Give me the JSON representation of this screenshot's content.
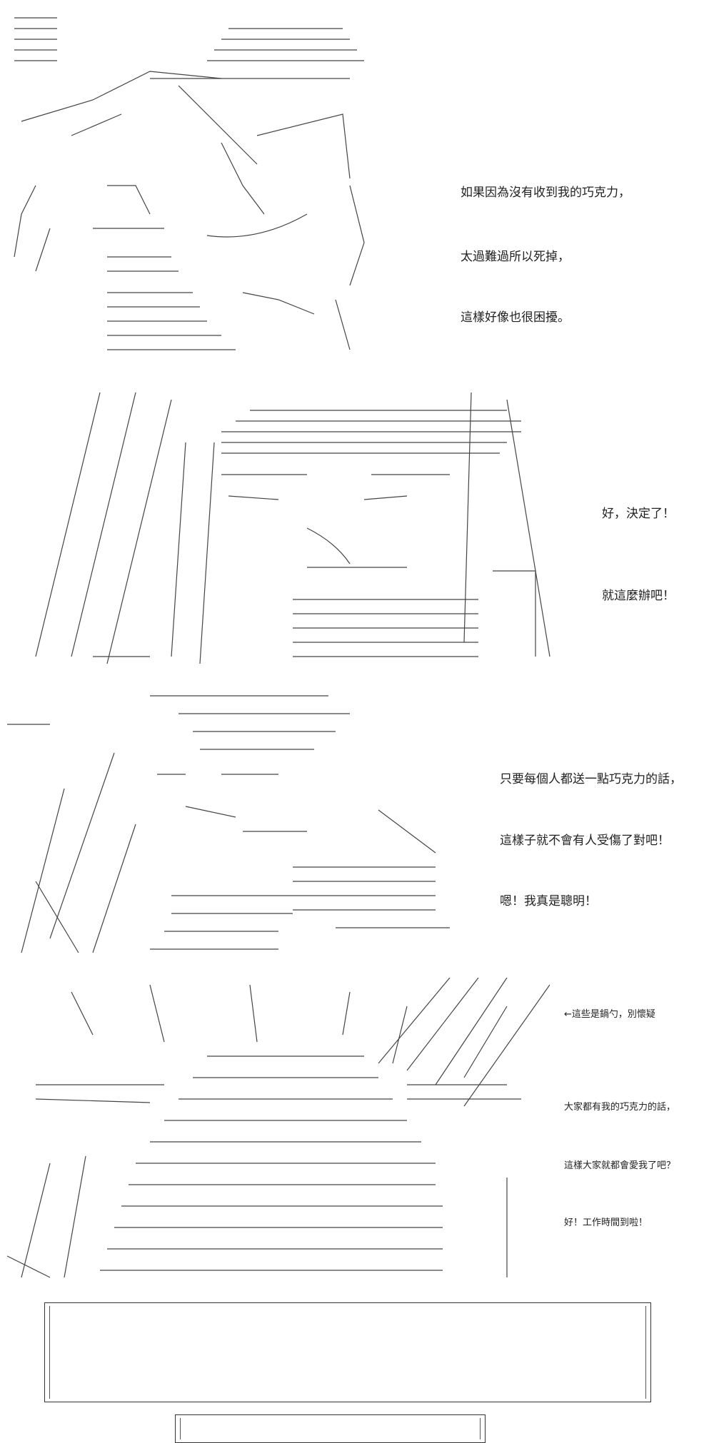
{
  "panels": [
    {
      "captions": [
        "如果因為沒有收到我的巧克力，",
        "太過難過所以死掉，",
        "這樣好像也很困擾。"
      ]
    },
    {
      "captions": [
        "好，決定了！",
        "就這麼辦吧！"
      ]
    },
    {
      "captions": [
        "只要每個人都送一點巧克力的話，",
        "這樣子就不會有人受傷了對吧！",
        "嗯！我真是聰明！"
      ]
    },
    {
      "captions": [
        "←這些是鍋勺，別懷疑",
        "大家都有我的巧克力的話，",
        "這樣大家就都會愛我了吧？",
        "好！工作時間到啦！"
      ]
    }
  ],
  "colors": {
    "ink": "#222222",
    "background": "#ffffff"
  }
}
